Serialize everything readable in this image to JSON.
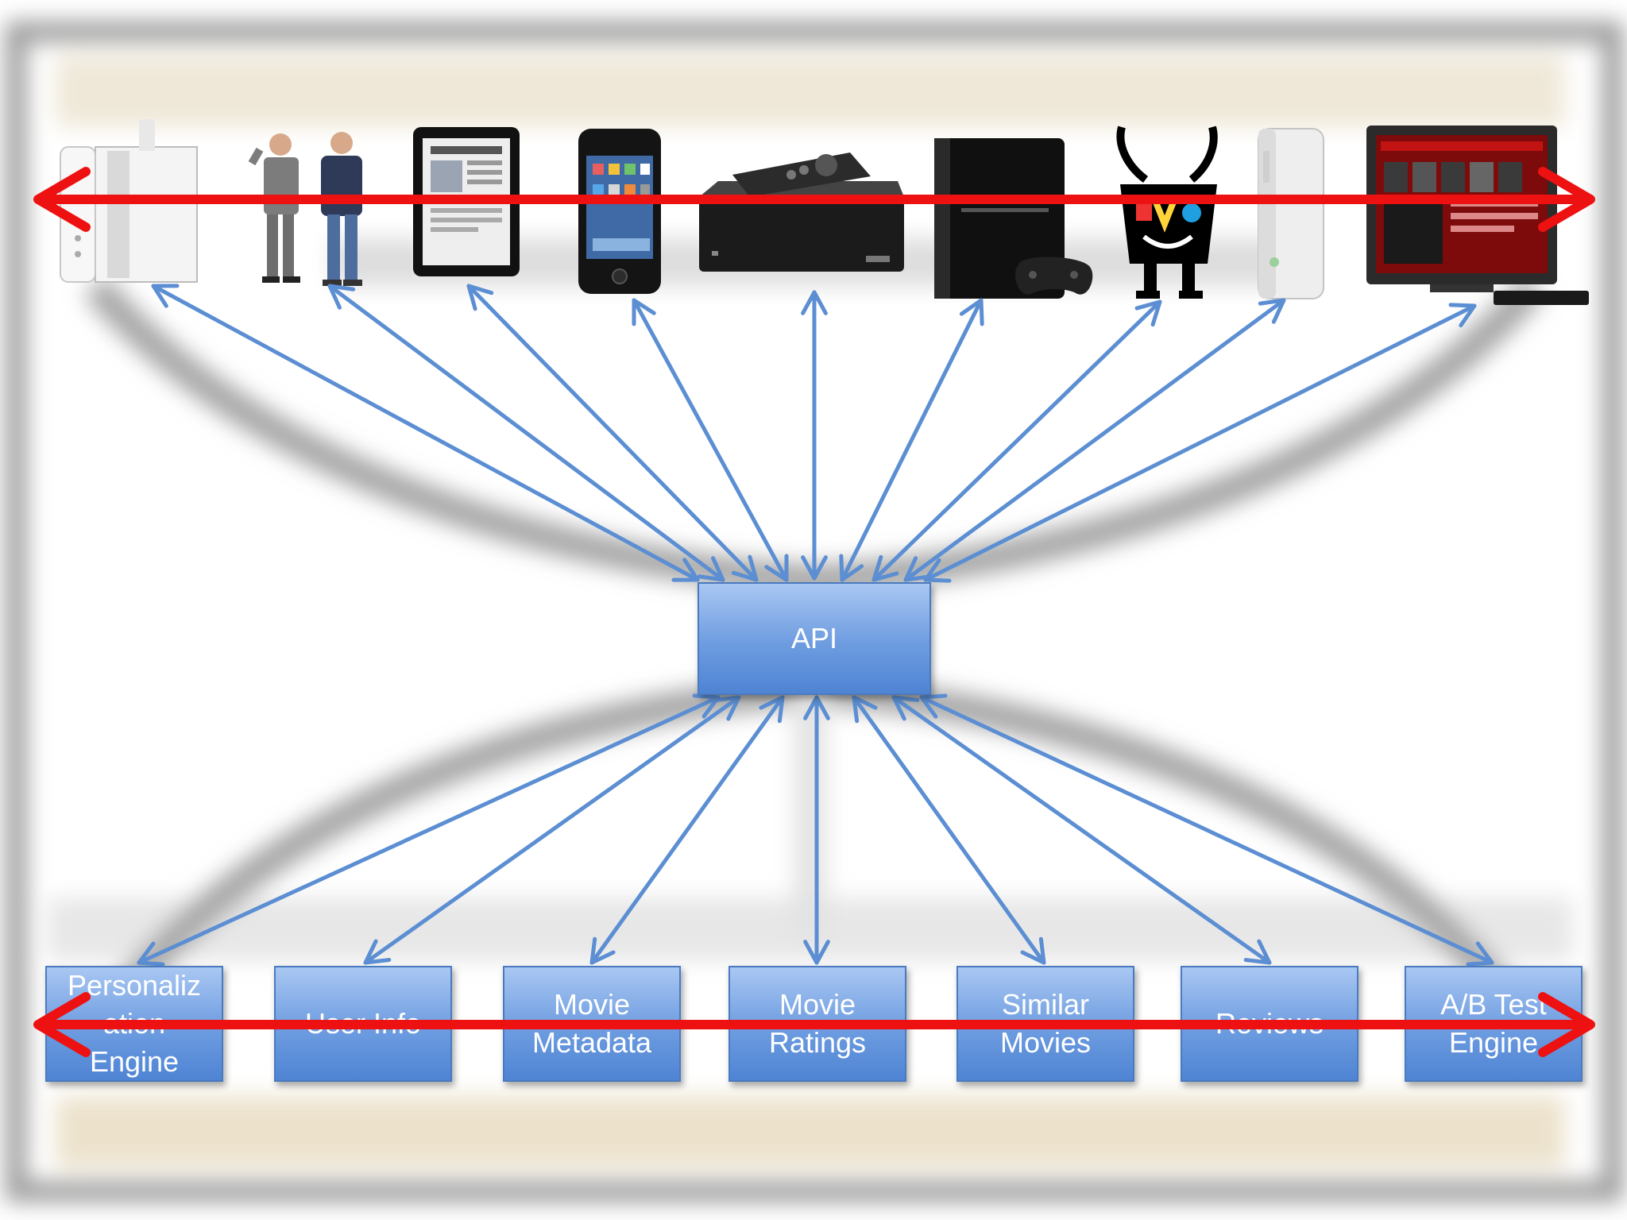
{
  "api": {
    "label": "API"
  },
  "devices": [
    {
      "name": "wii-console-icon"
    },
    {
      "name": "people-icon"
    },
    {
      "name": "tablet-icon"
    },
    {
      "name": "smartphone-icon"
    },
    {
      "name": "streaming-box-icon"
    },
    {
      "name": "game-console-icon"
    },
    {
      "name": "dvr-mascot-icon"
    },
    {
      "name": "xbox-console-icon"
    },
    {
      "name": "television-icon"
    }
  ],
  "services": [
    {
      "label": "Personaliz\nation\nEngine"
    },
    {
      "label": "User Info"
    },
    {
      "label": "Movie\nMetadata"
    },
    {
      "label": "Movie\nRatings"
    },
    {
      "label": "Similar\nMovies"
    },
    {
      "label": "Reviews"
    },
    {
      "label": "A/B Test\nEngine"
    }
  ],
  "colors": {
    "arrow_blue": "#5b8ed2",
    "arrow_red": "#ee1111",
    "box_border": "#4a7bc0"
  }
}
